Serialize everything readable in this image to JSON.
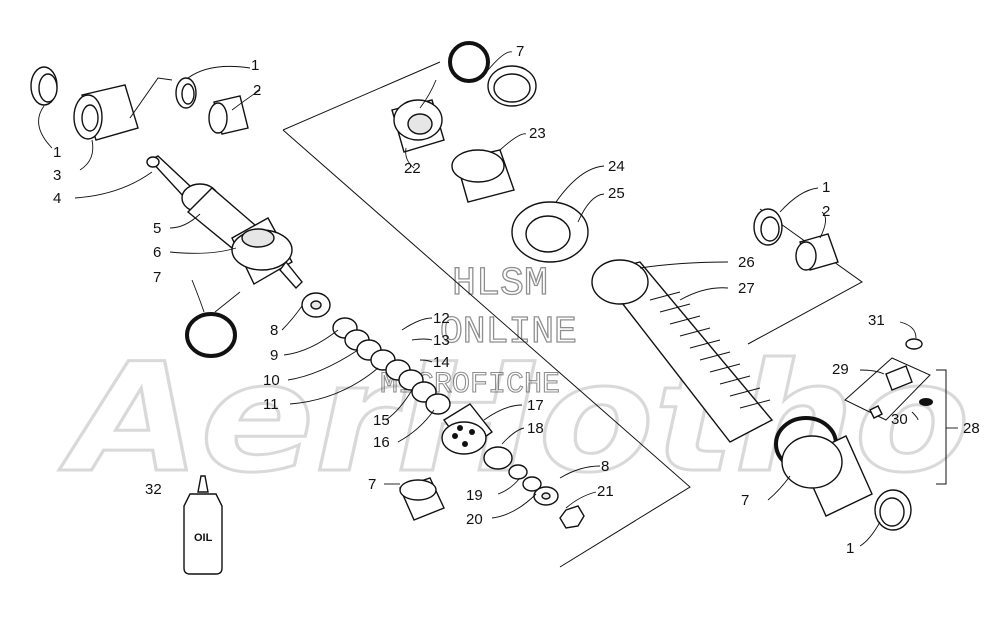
{
  "watermark": {
    "logo_text": "AerHotho",
    "line1": "HLSM",
    "line2": "ONLINE",
    "line3": "MICROFICHE"
  },
  "oil_label": "OIL",
  "callouts": [
    {
      "id": "c1a",
      "text": "1"
    },
    {
      "id": "c2a",
      "text": "2"
    },
    {
      "id": "c1b",
      "text": "1"
    },
    {
      "id": "c3",
      "text": "3"
    },
    {
      "id": "c4",
      "text": "4"
    },
    {
      "id": "c5",
      "text": "5"
    },
    {
      "id": "c6",
      "text": "6"
    },
    {
      "id": "c7a",
      "text": "7"
    },
    {
      "id": "c8a",
      "text": "8"
    },
    {
      "id": "c9",
      "text": "9"
    },
    {
      "id": "c10",
      "text": "10"
    },
    {
      "id": "c11",
      "text": "11"
    },
    {
      "id": "c12",
      "text": "12"
    },
    {
      "id": "c13",
      "text": "13"
    },
    {
      "id": "c14",
      "text": "14"
    },
    {
      "id": "c15",
      "text": "15"
    },
    {
      "id": "c16",
      "text": "16"
    },
    {
      "id": "c17",
      "text": "17"
    },
    {
      "id": "c18",
      "text": "18"
    },
    {
      "id": "c19",
      "text": "19"
    },
    {
      "id": "c20",
      "text": "20"
    },
    {
      "id": "c8b",
      "text": "8"
    },
    {
      "id": "c21",
      "text": "21"
    },
    {
      "id": "c7b",
      "text": "7"
    },
    {
      "id": "c7c",
      "text": "7"
    },
    {
      "id": "c22",
      "text": "22"
    },
    {
      "id": "c23",
      "text": "23"
    },
    {
      "id": "c24",
      "text": "24"
    },
    {
      "id": "c25",
      "text": "25"
    },
    {
      "id": "c26",
      "text": "26"
    },
    {
      "id": "c27",
      "text": "27"
    },
    {
      "id": "c1c",
      "text": "1"
    },
    {
      "id": "c2b",
      "text": "2"
    },
    {
      "id": "c31",
      "text": "31"
    },
    {
      "id": "c29",
      "text": "29"
    },
    {
      "id": "c30",
      "text": "30"
    },
    {
      "id": "c28",
      "text": "28"
    },
    {
      "id": "c7d",
      "text": "7"
    },
    {
      "id": "c1d",
      "text": "1"
    },
    {
      "id": "c32",
      "text": "32"
    }
  ]
}
